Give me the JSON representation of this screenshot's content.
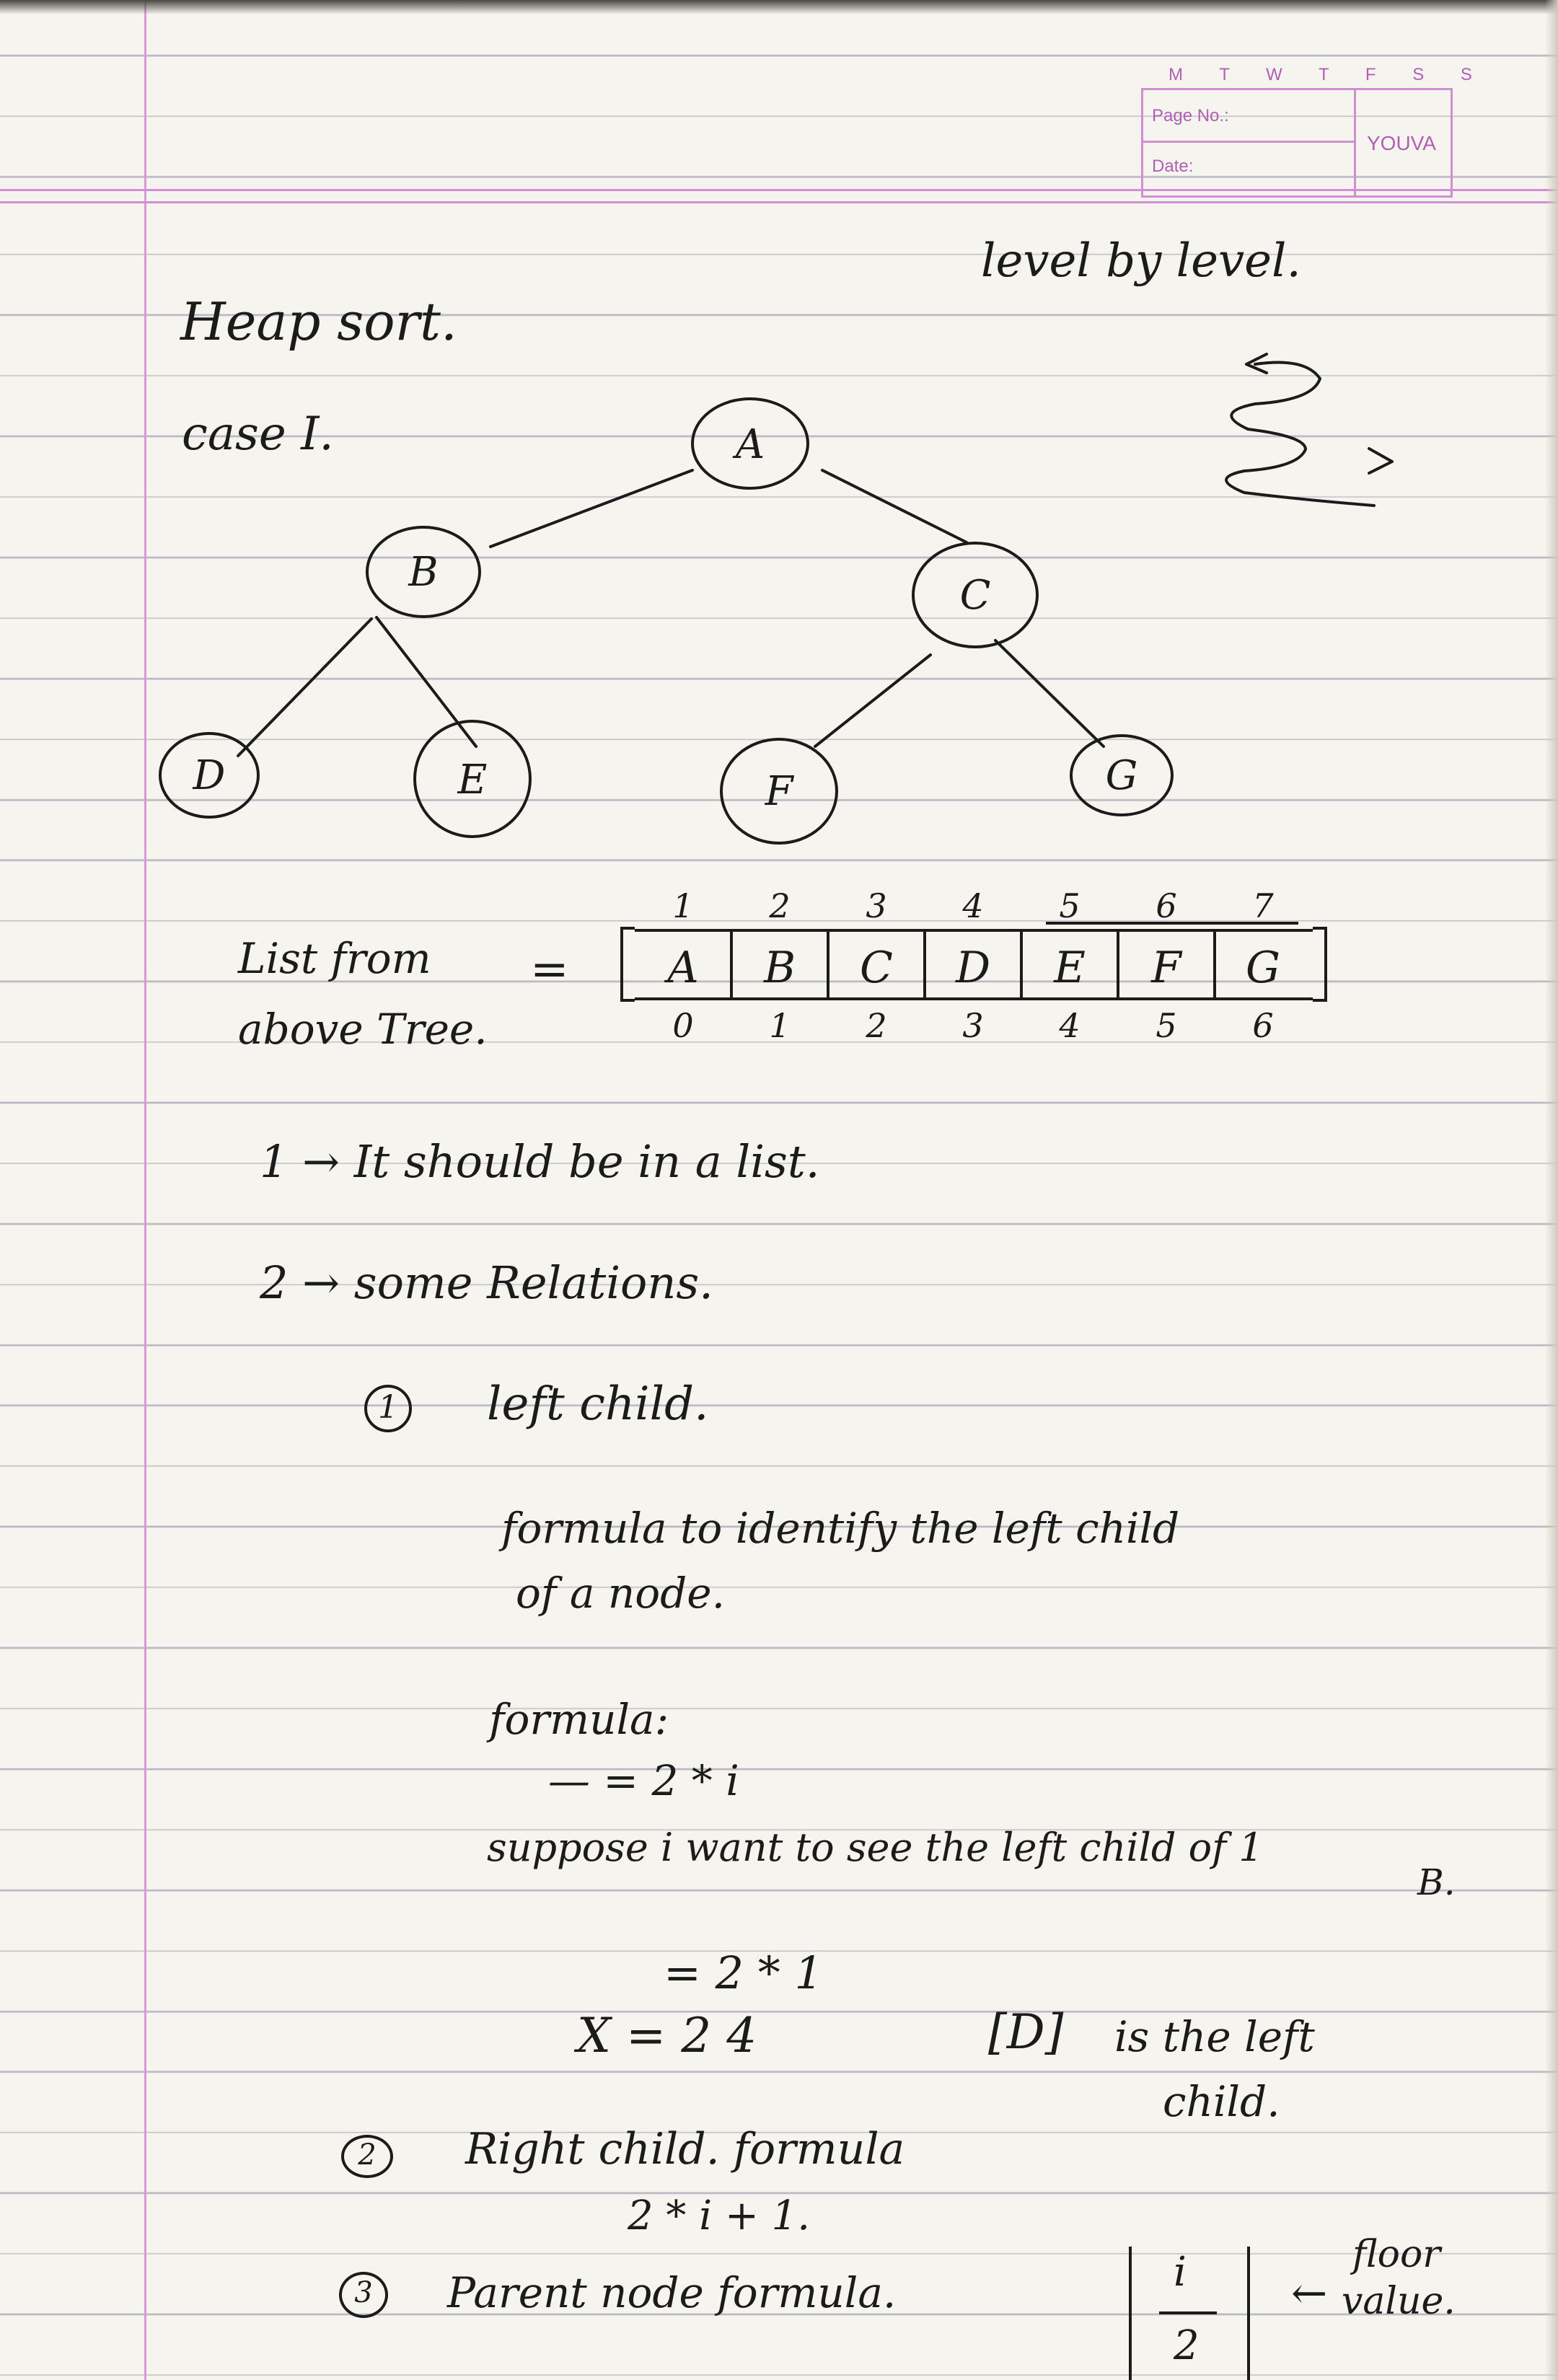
{
  "header": {
    "days": "M T W T F S S",
    "page_no_label": "Page No.:",
    "date_label": "Date:",
    "brand": "YOUVA"
  },
  "notes": {
    "title": "Heap sort.",
    "case": "case I.",
    "level_note": "level by level.",
    "list_label_line1": "List from",
    "list_label_line2": "above Tree.",
    "equals": "=",
    "point1": "1 → It should be in a list.",
    "point2": "2 → some Relations.",
    "rel1_title": "left child.",
    "rel1_desc_line1": "formula to identify the left child",
    "rel1_desc_line2": "of a node.",
    "formula_label": "formula:",
    "formula_left": "— = 2 * i",
    "example_line": "suppose i want to see the left child of 1",
    "example_b": "B.",
    "calc1": "= 2 * 1",
    "calc2": "X = 2 4",
    "calc2_bracket": "[D]",
    "calc2_note": "is the left",
    "calc2_note2": "child.",
    "rel2_title": "Right child. formula",
    "rel2_formula": "2 * i + 1.",
    "rel3_title": "Parent node formula.",
    "rel3_frac_num": "i",
    "rel3_frac_den": "2",
    "rel3_note1": "floor",
    "rel3_note2": "value."
  },
  "tree": {
    "nodes": [
      "A",
      "B",
      "C",
      "D",
      "E",
      "F",
      "G"
    ]
  },
  "list": {
    "top_indices": [
      "1",
      "2",
      "3",
      "4",
      "5",
      "6",
      "7"
    ],
    "cells": [
      "A",
      "B",
      "C",
      "D",
      "E",
      "F",
      "G"
    ],
    "bottom_indices": [
      "0",
      "1",
      "2",
      "3",
      "4",
      "5",
      "6"
    ]
  },
  "circled_numbers": [
    "1",
    "2",
    "3"
  ]
}
